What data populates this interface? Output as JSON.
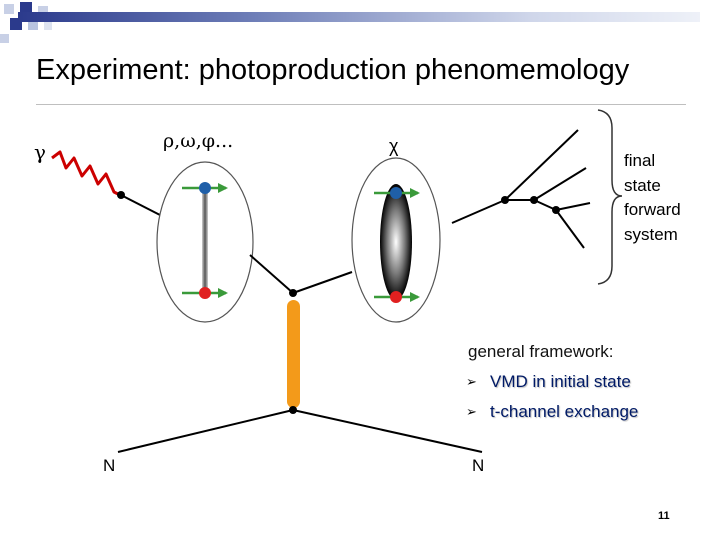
{
  "title": "Experiment: photoproduction phenomemology",
  "labels": {
    "gamma": "γ",
    "vector_mesons": "ρ,ω,φ...",
    "chi": "χ",
    "final_state": [
      "final",
      "state",
      "forward",
      "system"
    ],
    "nucleon_in": "N",
    "nucleon_out": "N"
  },
  "framework": {
    "heading": "general framework:",
    "items": [
      "VMD in initial state",
      "t-channel exchange"
    ]
  },
  "page_number": "11",
  "colors": {
    "photon": "#cc0000",
    "quark_blue": "#1f5fa8",
    "quark_red": "#e02020",
    "spin_arrow": "#3a9a3a",
    "pomeron": "#f39a1a",
    "deco_blue": "#2b3a8c",
    "deco_light": "#b8c4e0"
  }
}
